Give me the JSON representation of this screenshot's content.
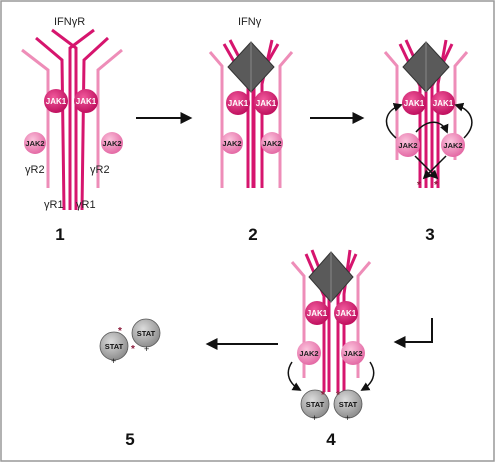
{
  "labels": {
    "ifngr": "IFNγR",
    "ifng": "IFNγ",
    "gr2_left": "γR2",
    "gr2_right": "γR2",
    "gr1_left": "γR1",
    "gr1_right": "γR1",
    "jak1": "JAK1",
    "jak2": "JAK2",
    "stat": "STAT",
    "phospho_mark": "*",
    "plus_mark": "+"
  },
  "steps": [
    "1",
    "2",
    "3",
    "4",
    "5"
  ],
  "colors": {
    "magenta": "#d6156e",
    "light_pink": "#ee8db8",
    "jak2_fill": "#f08ab8",
    "ligand": "#5a5a5a",
    "stat_fill": "#a8a8a8",
    "frame": "#999999"
  }
}
